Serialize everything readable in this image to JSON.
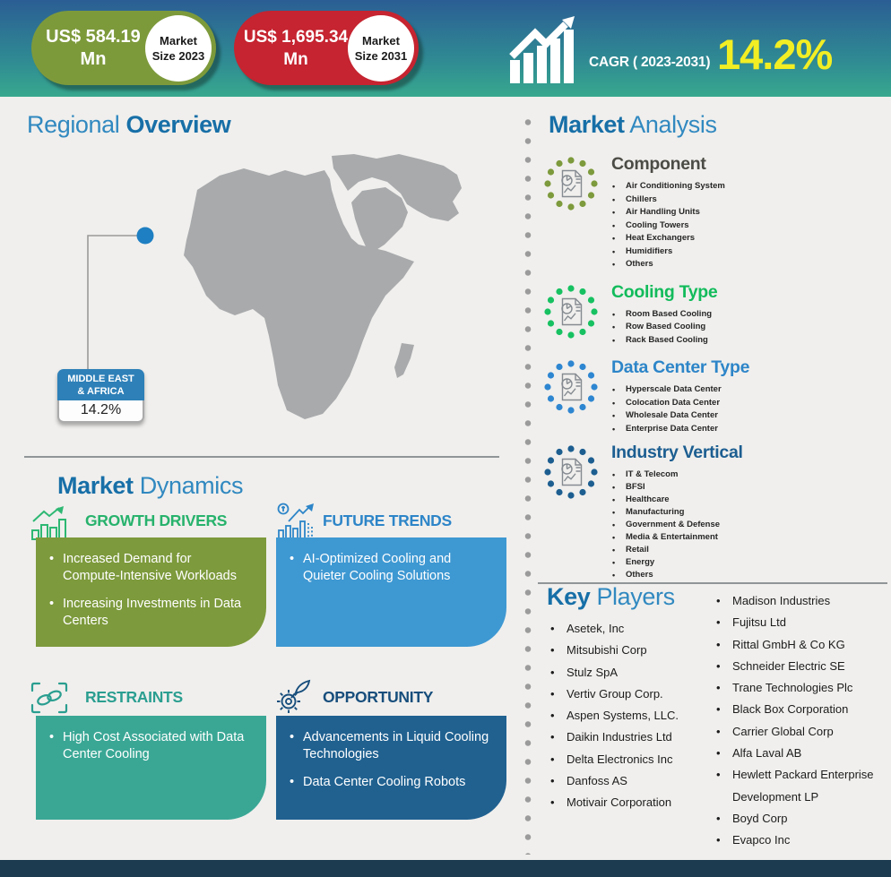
{
  "banner": {
    "pill_2023": {
      "value": "US$ 584.19",
      "unit": "Mn",
      "circle_line1": "Market",
      "circle_line2": "Size 2023",
      "color": "#7d9a3b"
    },
    "pill_2031": {
      "value": "US$ 1,695.34",
      "unit": "Mn",
      "circle_line1": "Market",
      "circle_line2": "Size 2031",
      "color": "#c52430"
    },
    "cagr_label": "CAGR ( 2023-2031)",
    "cagr_value": "14.2%",
    "cagr_value_color": "#f2ee24"
  },
  "regional_overview": {
    "title_regular": "Regional",
    "title_bold": "Overview",
    "map_color": "#a8aaac",
    "callout": {
      "line1": "MIDDLE EAST",
      "line2": "& AFRICA",
      "value": "14.2%",
      "header_color": "#2e80b8",
      "dot_color": "#1e7fc2"
    }
  },
  "market_dynamics": {
    "title_bold": "Market",
    "title_regular": "Dynamics",
    "growth_drivers": {
      "heading": "GROWTH DRIVERS",
      "heading_color": "#27b26c",
      "box_color": "#7d9a3c",
      "items": [
        "Increased Demand for Compute-Intensive Workloads",
        "Increasing Investments in Data Centers"
      ]
    },
    "future_trends": {
      "heading": "FUTURE TRENDS",
      "heading_color": "#2d85c8",
      "box_color": "#3e98d2",
      "items": [
        "AI-Optimized Cooling and Quieter Cooling Solutions"
      ]
    },
    "restraints": {
      "heading": "RESTRAINTS",
      "heading_color": "#2a9e90",
      "box_color": "#3aa795",
      "items": [
        "High Cost Associated with Data Center Cooling"
      ]
    },
    "opportunity": {
      "heading": "OPPORTUNITY",
      "heading_color": "#174e7c",
      "box_color": "#206190",
      "items": [
        "Advancements in Liquid Cooling Technologies",
        "Data Center Cooling Robots"
      ]
    }
  },
  "market_analysis": {
    "title_bold": "Market",
    "title_regular": "Analysis",
    "sections": [
      {
        "heading": "Component",
        "color": "#4c4c46",
        "dot_color": "#7d9a3c",
        "items": [
          "Air Conditioning System",
          "Chillers",
          "Air Handling Units",
          "Cooling Towers",
          "Heat Exchangers",
          "Humidifiers",
          "Others"
        ]
      },
      {
        "heading": "Cooling Type",
        "color": "#12bb5b",
        "dot_color": "#17c161",
        "items": [
          "Room Based Cooling",
          "Row Based Cooling",
          "Rack Based Cooling"
        ]
      },
      {
        "heading": "Data Center Type",
        "color": "#2d85c8",
        "dot_color": "#2e86d1",
        "items": [
          "Hyperscale Data Center",
          "Colocation Data Center",
          "Wholesale Data Center",
          "Enterprise Data Center"
        ]
      },
      {
        "heading": "Industry Vertical",
        "color": "#1c5e91",
        "dot_color": "#1d5e90",
        "items": [
          "IT & Telecom",
          "BFSI",
          "Healthcare",
          "Manufacturing",
          "Government & Defense",
          "Media & Entertainment",
          "Retail",
          "Energy",
          "Others"
        ]
      }
    ]
  },
  "key_players": {
    "title_bold": "Key",
    "title_regular": "Players",
    "column1": [
      "Asetek, Inc",
      "Mitsubishi Corp",
      "Stulz SpA",
      "Vertiv Group Corp.",
      "Aspen Systems, LLC.",
      "Daikin Industries Ltd",
      "Delta Electronics Inc",
      "Danfoss AS",
      "Motivair Corporation"
    ],
    "column2": [
      "Madison Industries",
      "Fujitsu Ltd",
      "Rittal GmbH & Co KG",
      "Schneider Electric SE",
      "Trane Technologies Plc",
      "Black Box Corporation",
      "Carrier Global Corp",
      "Alfa Laval AB",
      "Hewlett Packard Enterprise Development LP",
      "Boyd Corp",
      "Evapco Inc"
    ]
  },
  "icons": {
    "banner_chart": "bar-chart-up-arrow",
    "market_analysis_section": "report-document-with-pie-chart",
    "growth_drivers": "bar-chart-growth-arrow",
    "future_trends": "trend-chart-coin",
    "restraints": "chain-link-brackets",
    "opportunity": "gear-with-leaf",
    "map": "africa-middle-east-silhouette"
  },
  "footer": {
    "bar_color": "#1c3a50",
    "header_gradient_top": "#2b5e94",
    "header_gradient_bottom": "#38a88e",
    "background": "#f0efed"
  }
}
